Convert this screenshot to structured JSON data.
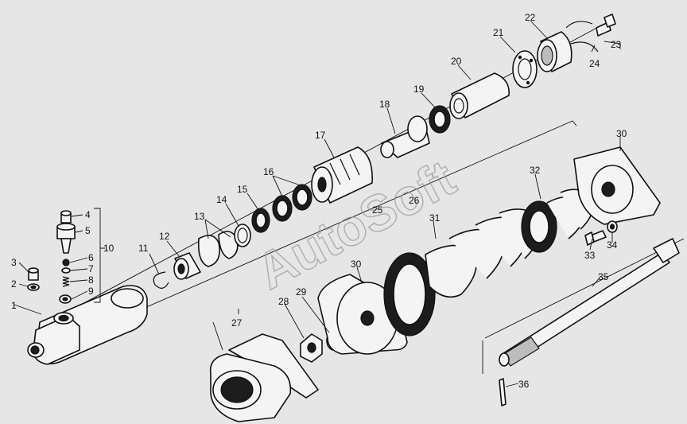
{
  "watermark": "AutoSoft",
  "callouts": [
    "1",
    "2",
    "3",
    "4",
    "5",
    "6",
    "7",
    "8",
    "9",
    "10",
    "11",
    "12",
    "13",
    "14",
    "15",
    "16",
    "17",
    "18",
    "19",
    "20",
    "21",
    "22",
    "23",
    "24",
    "25",
    "26",
    "27",
    "28",
    "29",
    "30",
    "30",
    "31",
    "32",
    "33",
    "34",
    "35",
    "36"
  ]
}
